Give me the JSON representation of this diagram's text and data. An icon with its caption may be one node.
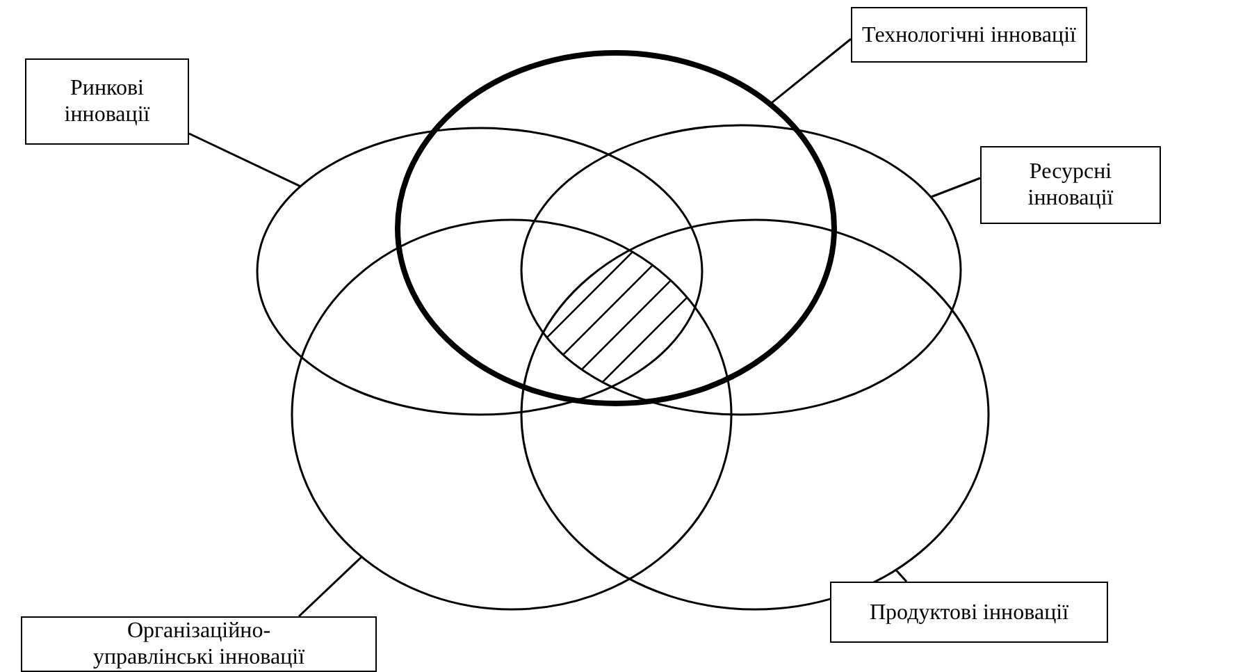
{
  "diagram": {
    "nodes": [
      {
        "text": [
          "Технологічні інновації"
        ]
      },
      {
        "text": [
          "Ринкові інновації"
        ]
      },
      {
        "text": [
          "Ресурсні інновації"
        ]
      },
      {
        "text": [
          "Продуктові інновації"
        ]
      },
      {
        "text": [
          "Організаційно- управлінські інновації"
        ]
      },
      {
        "text": [],
        "shape": "ellipse"
      },
      {
        "text": [],
        "shape": "ellipse"
      },
      {
        "text": [],
        "shape": "ellipse"
      },
      {
        "text": [],
        "shape": "ellipse"
      },
      {
        "text": [],
        "shape": "ellipse"
      }
    ],
    "edges": [
      {
        "from": 0,
        "to": 6,
        "arrow": "none"
      },
      {
        "from": 1,
        "to": 5,
        "arrow": "none"
      },
      {
        "from": 2,
        "to": 7,
        "arrow": "none"
      },
      {
        "from": 3,
        "to": 9,
        "arrow": "none"
      },
      {
        "from": 4,
        "to": 8,
        "arrow": "none"
      }
    ]
  }
}
